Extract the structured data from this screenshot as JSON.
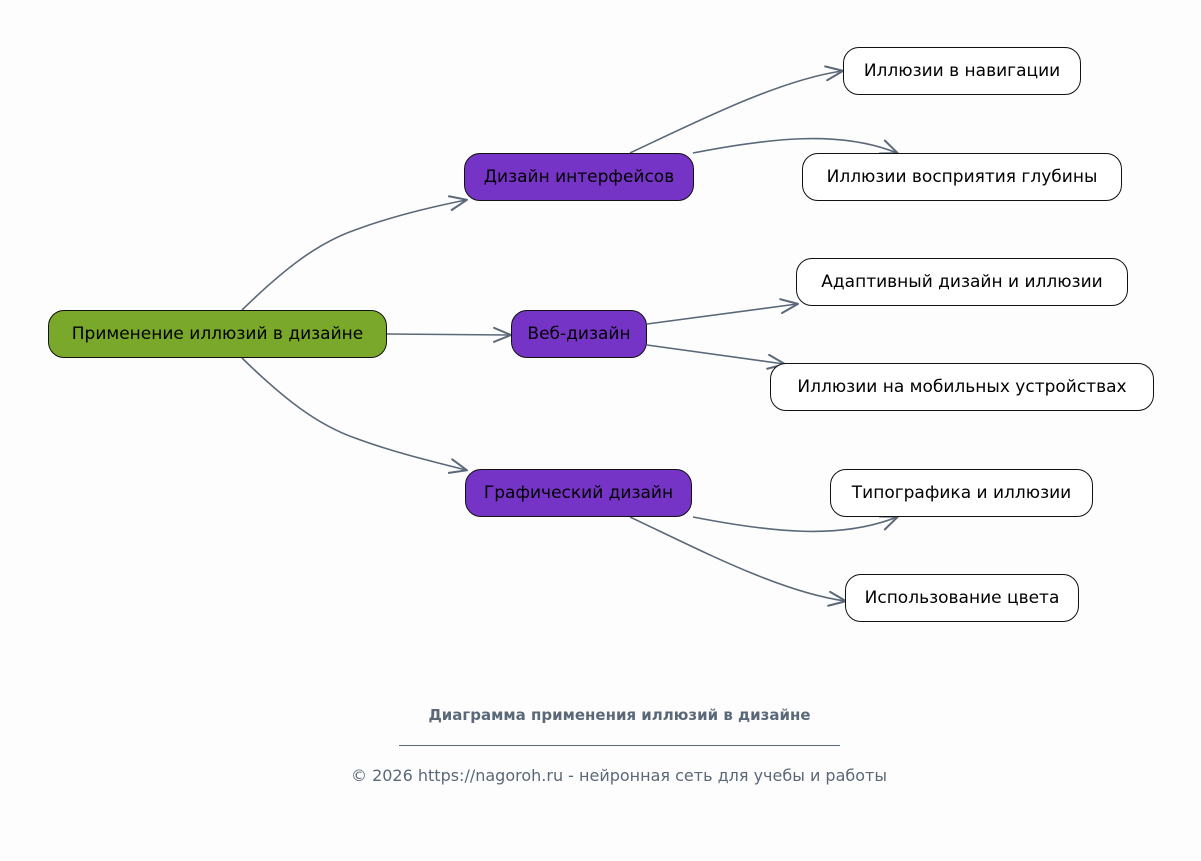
{
  "colors": {
    "edge": "#5a6878",
    "root_fill": "#7aa82a",
    "branch_fill": "#7634c6",
    "leaf_fill": "#ffffff",
    "footer_text": "#5a6878"
  },
  "diagram": {
    "root": "Применение иллюзий в дизайне",
    "branches": [
      {
        "label": "Дизайн интерфейсов",
        "children": [
          "Иллюзии в навигации",
          "Иллюзии восприятия глубины"
        ]
      },
      {
        "label": "Веб-дизайн",
        "children": [
          "Адаптивный дизайн и иллюзии",
          "Иллюзии на мобильных устройствах"
        ]
      },
      {
        "label": "Графический дизайн",
        "children": [
          "Типографика и иллюзии",
          "Использование цвета"
        ]
      }
    ]
  },
  "footer": {
    "title": "Диаграмма применения иллюзий в дизайне",
    "copyright": "© 2026 https://nagoroh.ru - нейронная сеть для учебы и работы"
  }
}
